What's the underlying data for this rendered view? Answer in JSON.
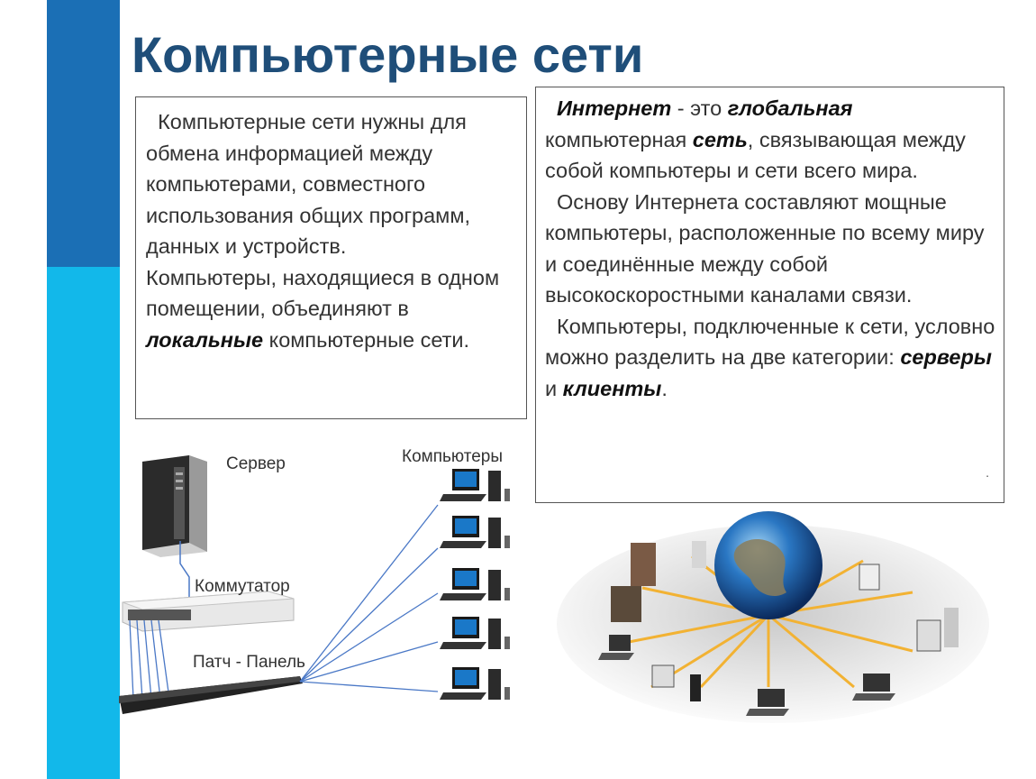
{
  "title": "Компьютерные сети",
  "box_left": {
    "t1": "  Компьютерные сети нужны для обмена информацией между компьютерами, совместного использования общих программ, данных и устройств.",
    "t2": "Компьютеры, находящиеся в одном помещении, объединяют в ",
    "b1": "локальные",
    "t3": " компьютерные сети."
  },
  "box_right": {
    "p1_b1": "Интернет",
    "p1_t1": " - это ",
    "p1_b2": "глобальная",
    "p1_t2": " компьютерная ",
    "p1_b3": "сеть",
    "p1_t3": ", связывающая между собой компьютеры и сети всего мира.",
    "p2": "Основу Интернета составляют мощные компьютеры, расположенные по всему миру и соединённые  между собой высокоскоростными каналами связи.",
    "p3_t1": "Компьютеры, подключенные к сети, условно можно разделить на две категории: ",
    "p3_b1": "серверы",
    "p3_t2": " и ",
    "p3_b2": "клиенты",
    "p3_t3": ".",
    "mark": "."
  },
  "diagram": {
    "server": "Сервер",
    "computers": "Компьютеры",
    "switch": "Коммутатор",
    "patch": "Патч - Панель"
  },
  "colors": {
    "bar_dark": "#1b6fb5",
    "bar_light": "#12b8ea",
    "title": "#1f4e79"
  }
}
